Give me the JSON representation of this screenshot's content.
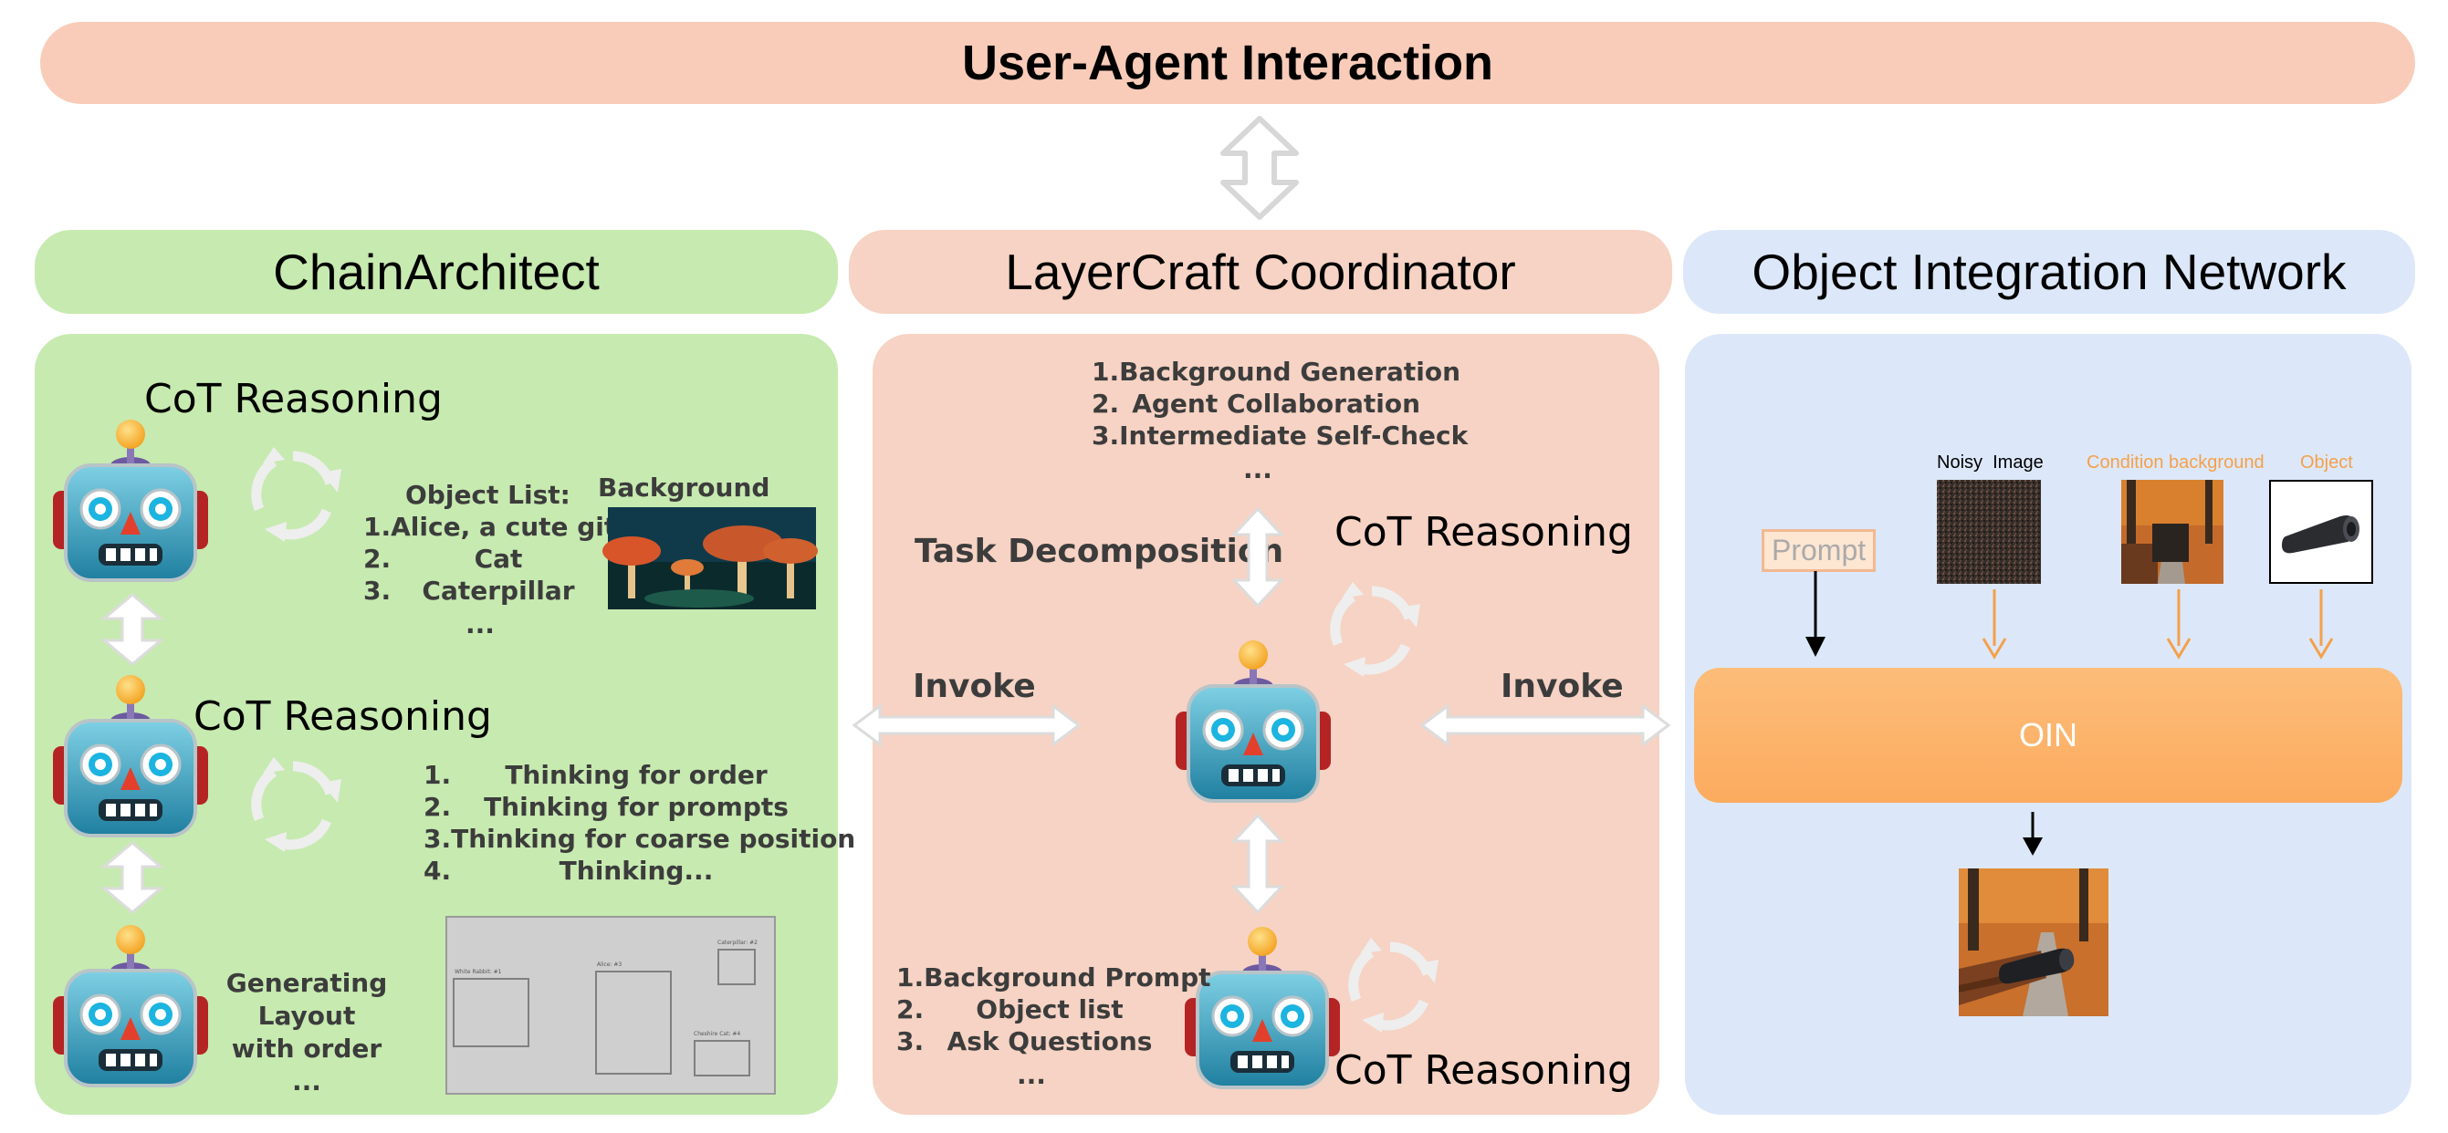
{
  "title": "User-Agent Interaction",
  "columns": {
    "chain": "ChainArchitect",
    "layercraft": "LayerCraft Coordinator",
    "oin": "Object Integration Network"
  },
  "chain": {
    "cot1": "CoT Reasoning",
    "cot2": "CoT Reasoning",
    "object_list_title": "Object List:",
    "object_list": [
      {
        "n": "1.",
        "t": "Alice, a cute git"
      },
      {
        "n": "2.",
        "t": "Cat"
      },
      {
        "n": "3.",
        "t": "Caterpillar"
      }
    ],
    "object_list_more": "...",
    "background_label": "Background",
    "thinking": [
      {
        "n": "1.",
        "t": "Thinking for order"
      },
      {
        "n": "2.",
        "t": "Thinking for prompts"
      },
      {
        "n": "3.",
        "t": "Thinking for coarse position"
      },
      {
        "n": "4.",
        "t": "Thinking..."
      }
    ],
    "layout_line1": "Generating",
    "layout_line2": "Layout",
    "layout_line3": "with order",
    "layout_more": "...",
    "layout_boxes": [
      "White Rabbit: #1",
      "Alice: #3",
      "Caterpillar: #2",
      "Cheshire Cat: #4"
    ]
  },
  "layercraft": {
    "steps": [
      {
        "n": "1.",
        "t": "Background Generation"
      },
      {
        "n": "2.",
        "t": "Agent Collaboration"
      },
      {
        "n": "3.",
        "t": "Intermediate Self-Check"
      }
    ],
    "steps_more": "...",
    "task_decomposition": "Task Decomposition",
    "cot_top": "CoT Reasoning",
    "cot_bottom": "CoT Reasoning",
    "invoke_left": "Invoke",
    "invoke_right": "Invoke",
    "bottom_list": [
      {
        "n": "1.",
        "t": "Background Prompt"
      },
      {
        "n": "2.",
        "t": "Object list"
      },
      {
        "n": "3.",
        "t": "Ask Questions"
      }
    ],
    "bottom_more": "..."
  },
  "oin": {
    "prompt": "Prompt",
    "noisy_image": "Noisy  Image",
    "condition_background": "Condition background",
    "object": "Object",
    "block": "OIN"
  },
  "colors": {
    "title_bg": "#f9ccb9",
    "chain_bg": "#c7eab0",
    "layercraft_bg": "#f6d3c4",
    "oin_bg": "#dce8f9",
    "oin_block": "#fcb06a",
    "orange_arrow": "#f5a04a"
  }
}
